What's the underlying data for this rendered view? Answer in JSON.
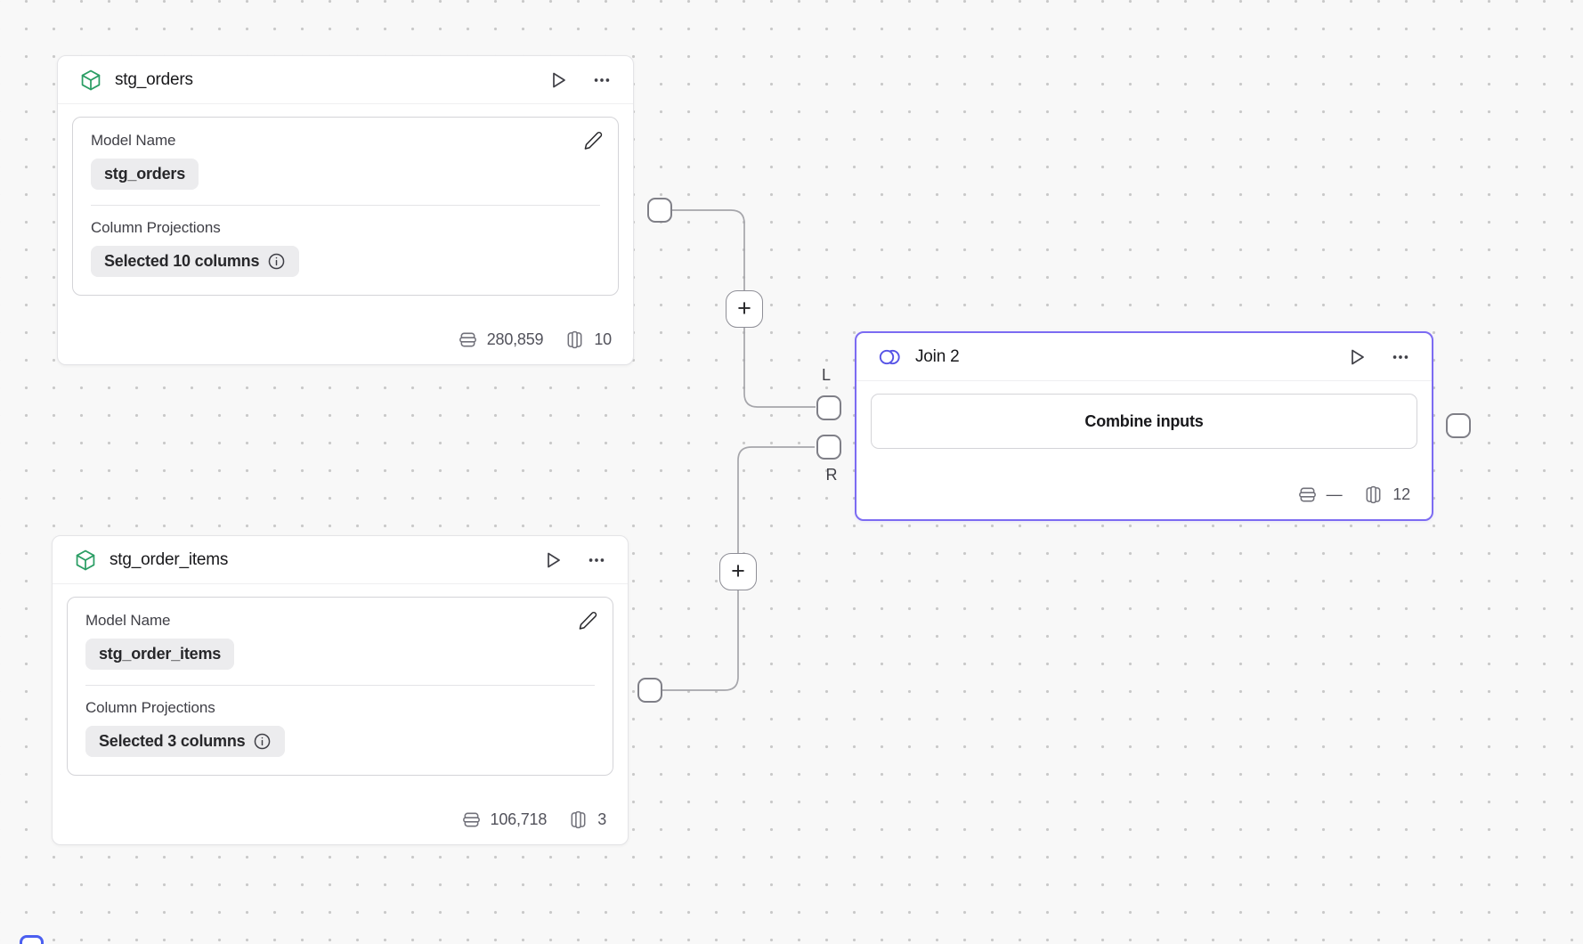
{
  "nodes": {
    "stg_orders": {
      "title": "stg_orders",
      "model_name_label": "Model Name",
      "model_name_value": "stg_orders",
      "column_projections_label": "Column Projections",
      "column_projections_value": "Selected 10 columns",
      "rows": "280,859",
      "columns": "10"
    },
    "stg_order_items": {
      "title": "stg_order_items",
      "model_name_label": "Model Name",
      "model_name_value": "stg_order_items",
      "column_projections_label": "Column Projections",
      "column_projections_value": "Selected 3 columns",
      "rows": "106,718",
      "columns": "3"
    },
    "join": {
      "title": "Join 2",
      "combine_button_label": "Combine inputs",
      "rows": "—",
      "columns": "12"
    }
  },
  "edges": {
    "left_port_label": "L",
    "right_port_label": "R",
    "add_step_label": "+"
  },
  "colors": {
    "accent_purple": "#7c6bf2",
    "model_icon_green": "#2a9d64",
    "join_icon_indigo": "#5653e6",
    "edge_gray": "#a6a6ab"
  }
}
